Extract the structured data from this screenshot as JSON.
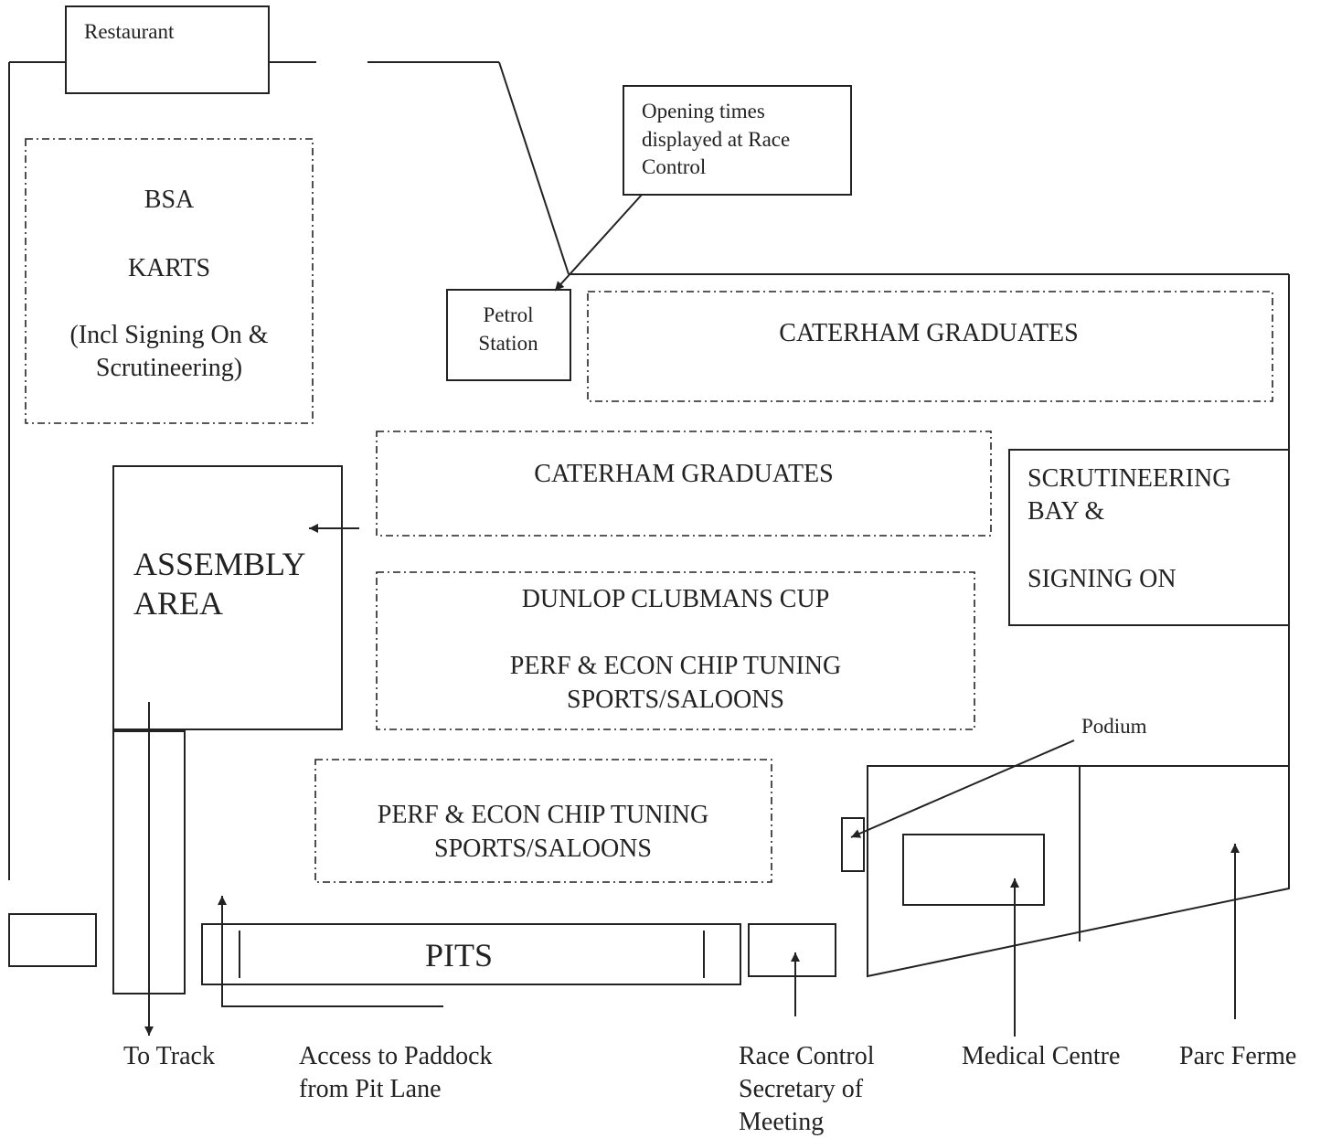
{
  "areas": {
    "restaurant": "Restaurant",
    "opening_times": [
      "Opening times",
      "displayed at Race",
      "Control"
    ],
    "petrol_station": [
      "Petrol",
      "Station"
    ],
    "bsa_karts": [
      "BSA",
      "KARTS",
      "(Incl Signing On &",
      "Scrutineering)"
    ],
    "caterham_graduates_top": "CATERHAM GRADUATES",
    "caterham_graduates_mid": "CATERHAM GRADUATES",
    "scrutineering_bay": [
      "SCRUTINEERING",
      "BAY &",
      "SIGNING ON"
    ],
    "assembly_area": [
      "ASSEMBLY",
      "AREA"
    ],
    "dunlop_block": [
      "DUNLOP CLUBMANS CUP",
      "PERF & ECON CHIP TUNING",
      "SPORTS/SALOONS"
    ],
    "perf_econ_block": [
      "PERF & ECON CHIP TUNING",
      "SPORTS/SALOONS"
    ],
    "podium": "Podium",
    "pits": "PITS"
  },
  "bottom_labels": {
    "to_track": "To Track",
    "access_paddock": [
      "Access to Paddock",
      "from Pit Lane"
    ],
    "race_control": [
      "Race Control",
      "Secretary of",
      "Meeting"
    ],
    "medical_centre": "Medical Centre",
    "parc_ferme": "Parc Ferme"
  }
}
